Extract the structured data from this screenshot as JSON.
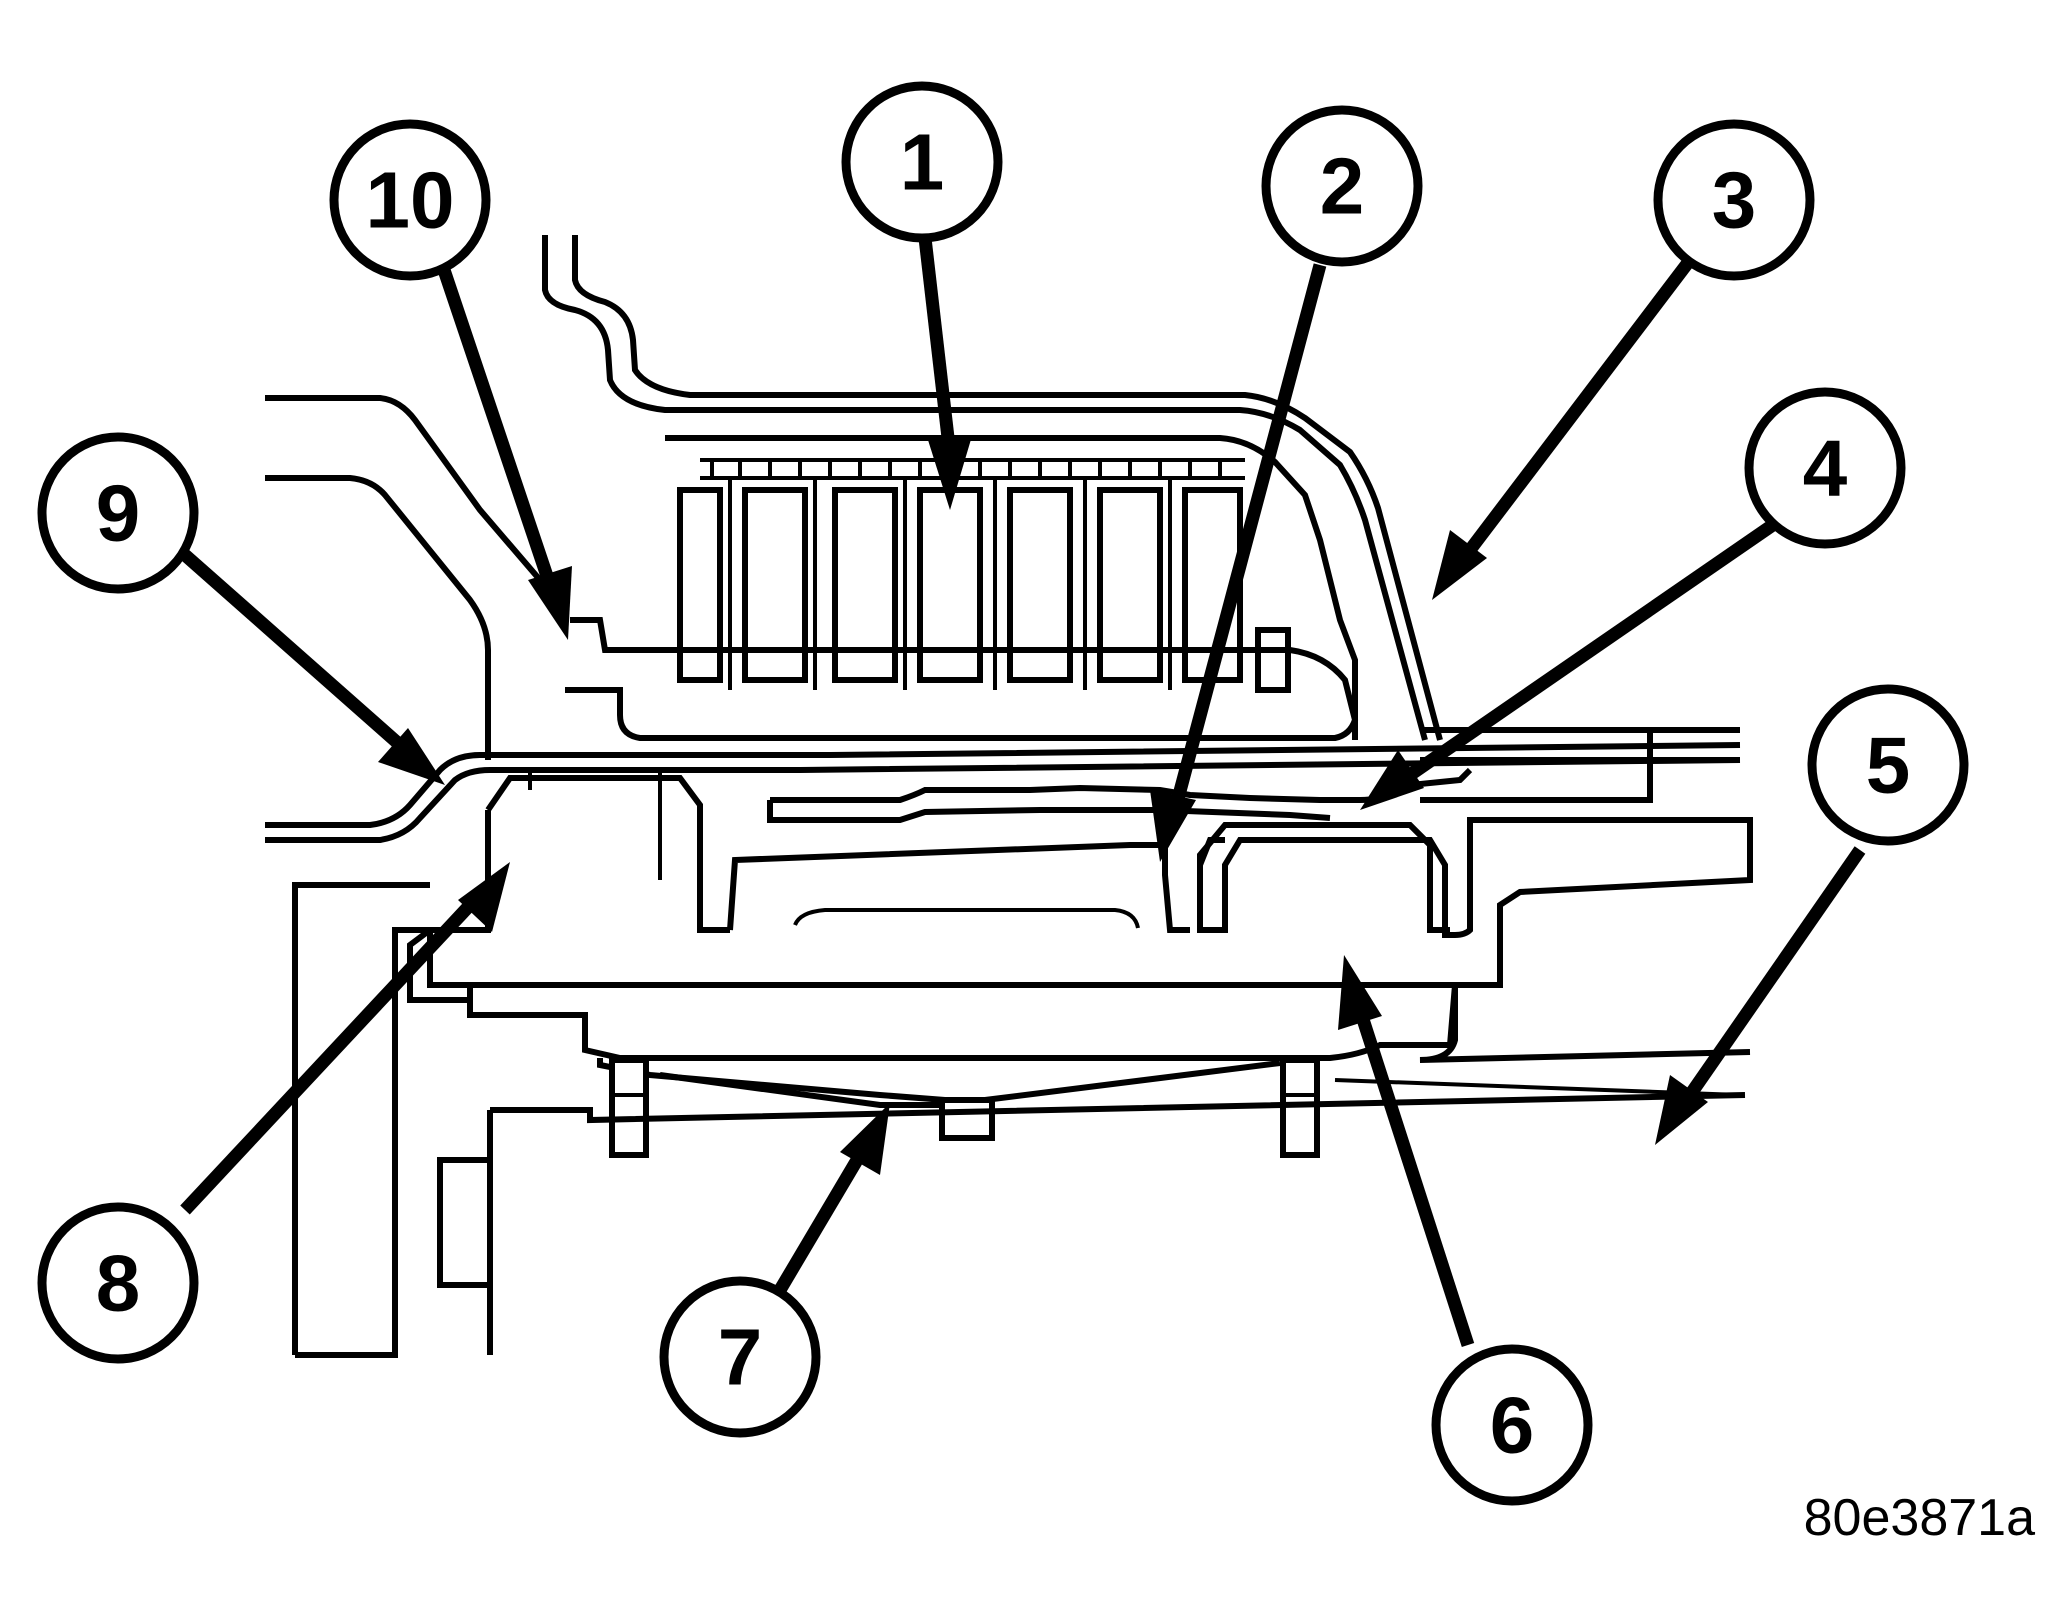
{
  "figure_id": "80e3871a",
  "callouts": [
    {
      "id": 1,
      "label": "1"
    },
    {
      "id": 2,
      "label": "2"
    },
    {
      "id": 3,
      "label": "3"
    },
    {
      "id": 4,
      "label": "4"
    },
    {
      "id": 5,
      "label": "5"
    },
    {
      "id": 6,
      "label": "6"
    },
    {
      "id": 7,
      "label": "7"
    },
    {
      "id": 8,
      "label": "8"
    },
    {
      "id": 9,
      "label": "9"
    },
    {
      "id": 10,
      "label": "10"
    }
  ]
}
